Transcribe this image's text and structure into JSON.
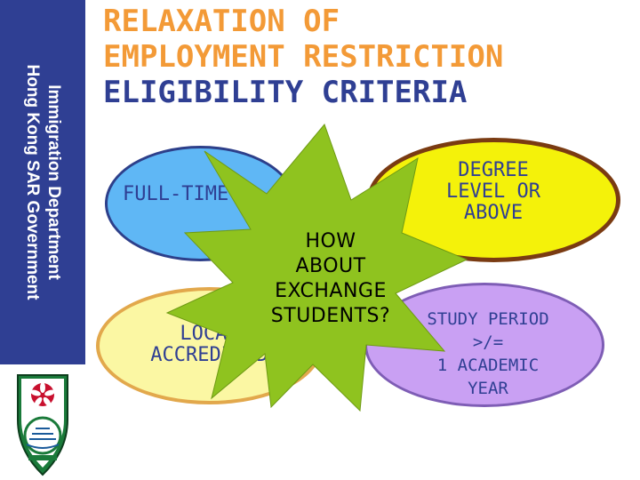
{
  "sidebar": {
    "line1": "Immigration Department",
    "line2": "Hong Kong SAR Government"
  },
  "title": {
    "line1": "RELAXATION OF",
    "line2": "EMPLOYMENT RESTRICTION",
    "line3": "ELIGIBILITY CRITERIA"
  },
  "criteria": {
    "full_time": "FULL-TIME",
    "degree_line1": "DEGREE",
    "degree_line2": "LEVEL OR",
    "degree_line3": "ABOVE",
    "local_line1": "LOCAL",
    "local_line2": "ACCREDITED",
    "period_line1": "STUDY PERIOD",
    "period_line2": ">/=",
    "period_line3": "1 ACADEMIC",
    "period_line4": "YEAR"
  },
  "callout": {
    "line1": "HOW",
    "line2": "ABOUT",
    "line3": "EXCHANGE",
    "line4": "STUDENTS?"
  },
  "colors": {
    "navy": "#2f3f93",
    "orange": "#f39a37",
    "burst_green": "#8fc31f",
    "full_time_fill": "#5fb7f5",
    "degree_fill": "#f4f20a",
    "local_fill": "#fbf7a3",
    "period_fill": "#c9a0f3"
  },
  "icons": {
    "emblem": "hong-kong-immigration-emblem-icon"
  }
}
